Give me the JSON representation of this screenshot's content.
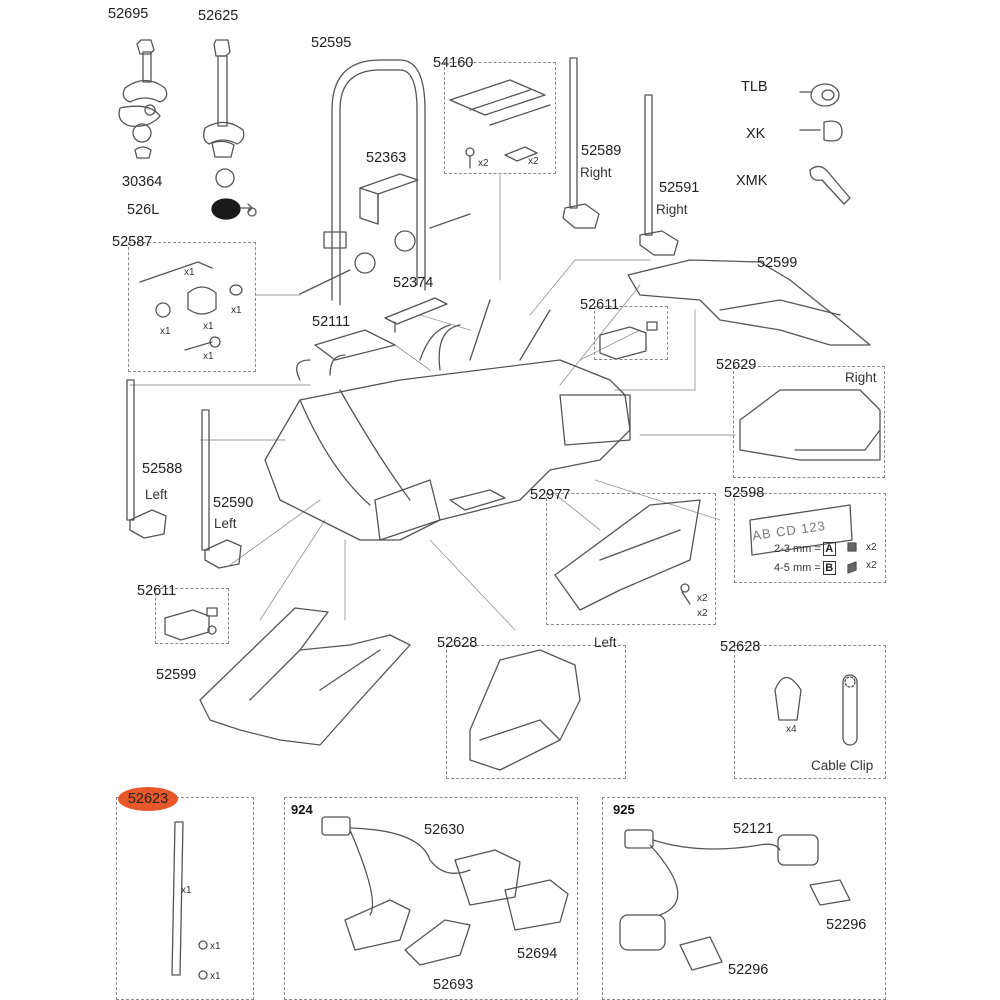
{
  "labels": {
    "p52695": "52695",
    "p52625": "52625",
    "p52595": "52595",
    "p54160": "54160",
    "pTLB": "TLB",
    "pXK": "XK",
    "pXMK": "XMK",
    "p30364": "30364",
    "p526L": "526L",
    "p52363": "52363",
    "p52589": "52589",
    "p52591": "52591",
    "p52587": "52587",
    "p52599_top": "52599",
    "p52374": "52374",
    "p52611_top": "52611",
    "p52111": "52111",
    "p52629": "52629",
    "p52588": "52588",
    "p52590": "52590",
    "p52977": "52977",
    "p52598": "52598",
    "p52611_left": "52611",
    "p52599_left": "52599",
    "p52628_left": "52628",
    "p52628_right": "52628",
    "p52623": "52623",
    "p52630": "52630",
    "p52121": "52121",
    "p52694": "52694",
    "p52693": "52693",
    "p52296_a": "52296",
    "p52296_b": "52296"
  },
  "sides": {
    "right_52589": "Right",
    "right_52591": "Right",
    "right_52629": "Right",
    "left_52588": "Left",
    "left_52590": "Left",
    "left_52628": "Left"
  },
  "kits": {
    "k924": "924",
    "k925": "925"
  },
  "quantities": {
    "q54160_screw": "x2",
    "q54160_plate": "x2",
    "q52587_wrench": "x1",
    "q52587_spacer": "x1",
    "q52587_knob": "x1",
    "q52587_washer": "x1",
    "q52587_bolt": "x1",
    "q52977_a": "x2",
    "q52977_b": "x2",
    "q52598_a": "x2",
    "q52598_b": "x2",
    "q52628_clip": "x4",
    "q52623_strap": "x1",
    "q52623_nut": "x1",
    "q52623_screw": "x1"
  },
  "plate": {
    "text": "AB CD 123",
    "row1_prefix": "2-3 mm =",
    "row1_letter": "A",
    "row2_prefix": "4-5 mm =",
    "row2_letter": "B"
  },
  "cable_clip": "Cable Clip",
  "highlight": {
    "part": "52623",
    "color": "#e8572a"
  },
  "icons": [
    "allen-key",
    "knob",
    "lock-cylinder",
    "key",
    "clamp-arm",
    "light-unit",
    "plug",
    "license-plate"
  ]
}
